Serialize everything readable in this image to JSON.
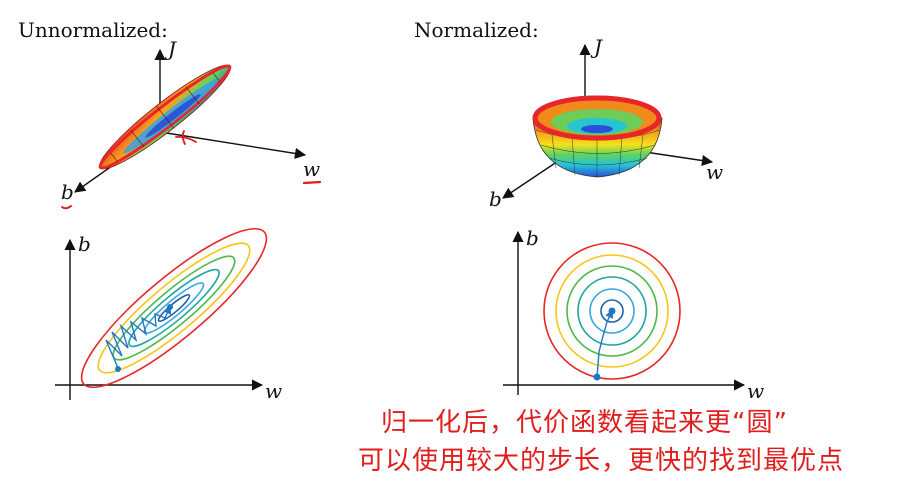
{
  "headings": {
    "left": "Unnormalized:",
    "right": "Normalized:"
  },
  "axis_labels": {
    "J": "J",
    "w": "w",
    "b": "b"
  },
  "notes": {
    "line1": "归一化后，代价函数看起来更“圆”",
    "line2": "可以使用较大的步长，更快的找到最优点"
  },
  "colors": {
    "annotation_red": "#e01e1e",
    "descent_path": "#1f77c4",
    "contour_rings": [
      "#e8262a",
      "#f5c518",
      "#4fb84a",
      "#1fa6a0",
      "#3da8e0",
      "#1f5fa8"
    ]
  }
}
